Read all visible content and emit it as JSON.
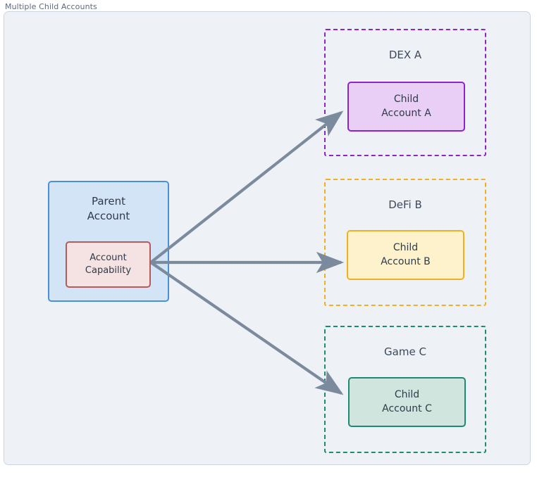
{
  "frame": {
    "title": "Multiple Child Accounts",
    "background": "#eef1f5",
    "border_color": "#cdd6e0"
  },
  "diagram": {
    "type": "flow-diagram",
    "edge_color": "#7b8b9d",
    "parent": {
      "label_line1": "Parent",
      "label_line2": "Account",
      "fill": "#d4e4f7",
      "stroke": "#4a90d9"
    },
    "capability": {
      "label_line1": "Account",
      "label_line2": "Capability",
      "fill": "#f5e2e2",
      "stroke": "#b65a5a"
    },
    "clusters": [
      {
        "name": "DEX A",
        "stroke": "#8e24c8",
        "child": {
          "label_line1": "Child",
          "label_line2": "Account A",
          "fill": "#e9cef5",
          "stroke": "#8e24c8"
        }
      },
      {
        "name": "DeFi B",
        "stroke": "#f2b01e",
        "child": {
          "label_line1": "Child",
          "label_line2": "Account B",
          "fill": "#fdf2cc",
          "stroke": "#f2b01e"
        }
      },
      {
        "name": "Game C",
        "stroke": "#1d8a73",
        "child": {
          "label_line1": "Child",
          "label_line2": "Account C",
          "fill": "#cfe5dd",
          "stroke": "#1d8a73"
        }
      }
    ]
  }
}
